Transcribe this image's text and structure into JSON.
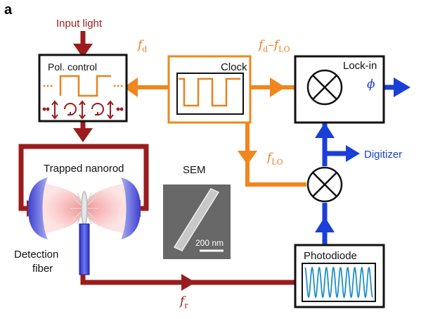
{
  "panel_label": "a",
  "labels": {
    "input_light": "Input light",
    "pol_control": "Pol. control",
    "clock": "Clock",
    "lock_in": "Lock-in",
    "digitizer": "Digitizer",
    "trapped_nanorod": "Trapped nanorod",
    "sem": "SEM",
    "scale_bar": "200 nm",
    "detection_fiber_line1": "Detection",
    "detection_fiber_line2": "fiber",
    "photodiode": "Photodiode"
  },
  "symbols": {
    "fd_main": "f",
    "fd_sub": "d",
    "fd_flo_main": "f",
    "fd_flo_sub": "d",
    "fd_flo_minus": "–f",
    "fd_flo_sub2": "LO",
    "flo_main": "f",
    "flo_sub": "LO",
    "fr_main": "f",
    "fr_sub": "r",
    "phi": "ϕ"
  },
  "colors": {
    "laser_red": "#9b1c1c",
    "clock_orange": "#f0861e",
    "signal_blue": "#1a3fd8",
    "box_border": "#111111"
  }
}
